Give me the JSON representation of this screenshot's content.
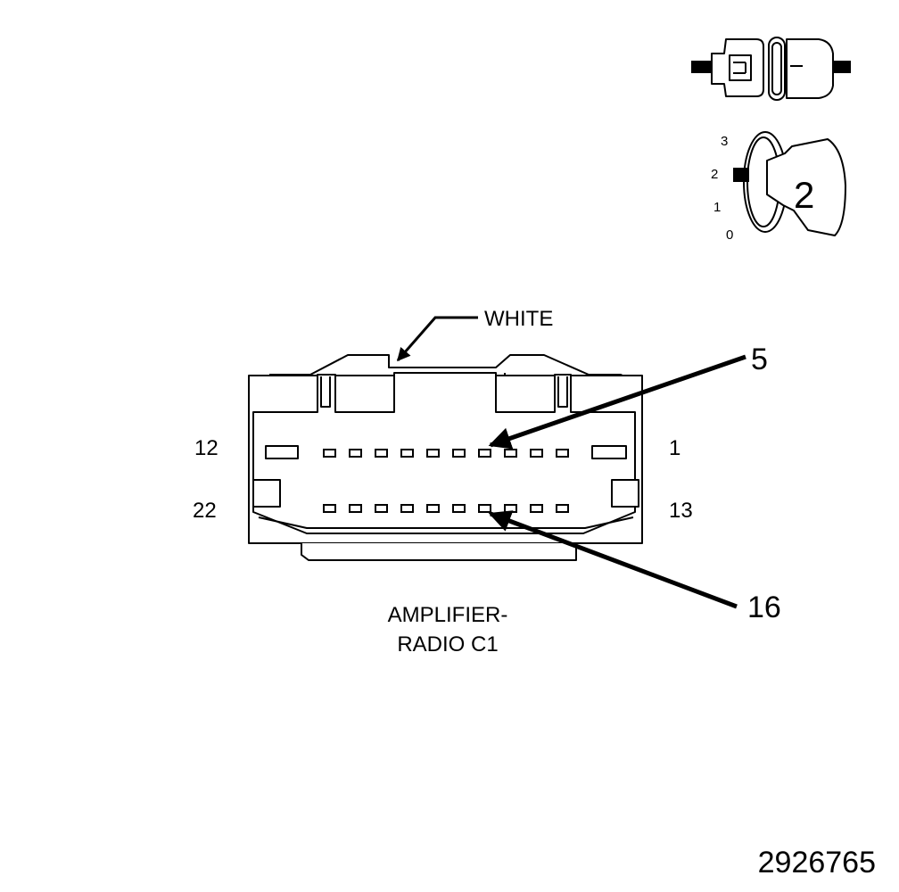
{
  "connector": {
    "color_label": "WHITE",
    "name_line1": "AMPLIFIER-",
    "name_line2": "RADIO C1",
    "pin_left_top": "12",
    "pin_right_top": "1",
    "pin_left_bottom": "22",
    "pin_right_bottom": "13",
    "callout_top": "5",
    "callout_bottom": "16"
  },
  "connector_view": {
    "position_scale": [
      "3",
      "2",
      "1",
      "0"
    ],
    "position_number": "2"
  },
  "figure_id": "2926765"
}
